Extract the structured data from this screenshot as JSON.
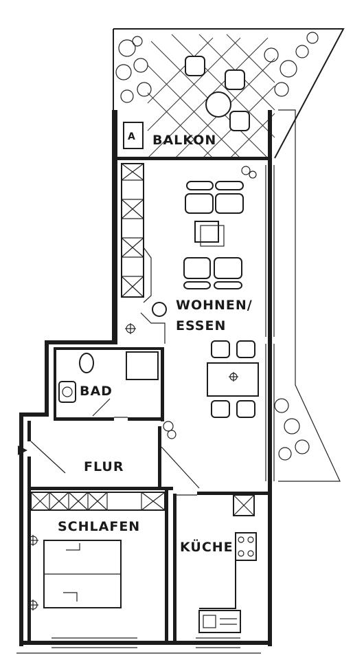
{
  "plan": {
    "rooms": {
      "balkon": "BALKON",
      "balkon_marker": "A",
      "wohnen_line1": "WOHNEN/",
      "wohnen_line2": "ESSEN",
      "bad": "BAD",
      "flur": "FLUR",
      "schlafen": "SCHLAFEN",
      "kueche": "KÜCHE"
    },
    "icons": {
      "entrance": "entrance-arrow-icon",
      "socket": "socket-icon",
      "plant": "plant-icon",
      "sink": "sink-icon",
      "stove": "stove-icon",
      "toilet": "toilet-icon"
    },
    "colors": {
      "ink": "#1c1c1c",
      "paper": "#ffffff"
    }
  }
}
